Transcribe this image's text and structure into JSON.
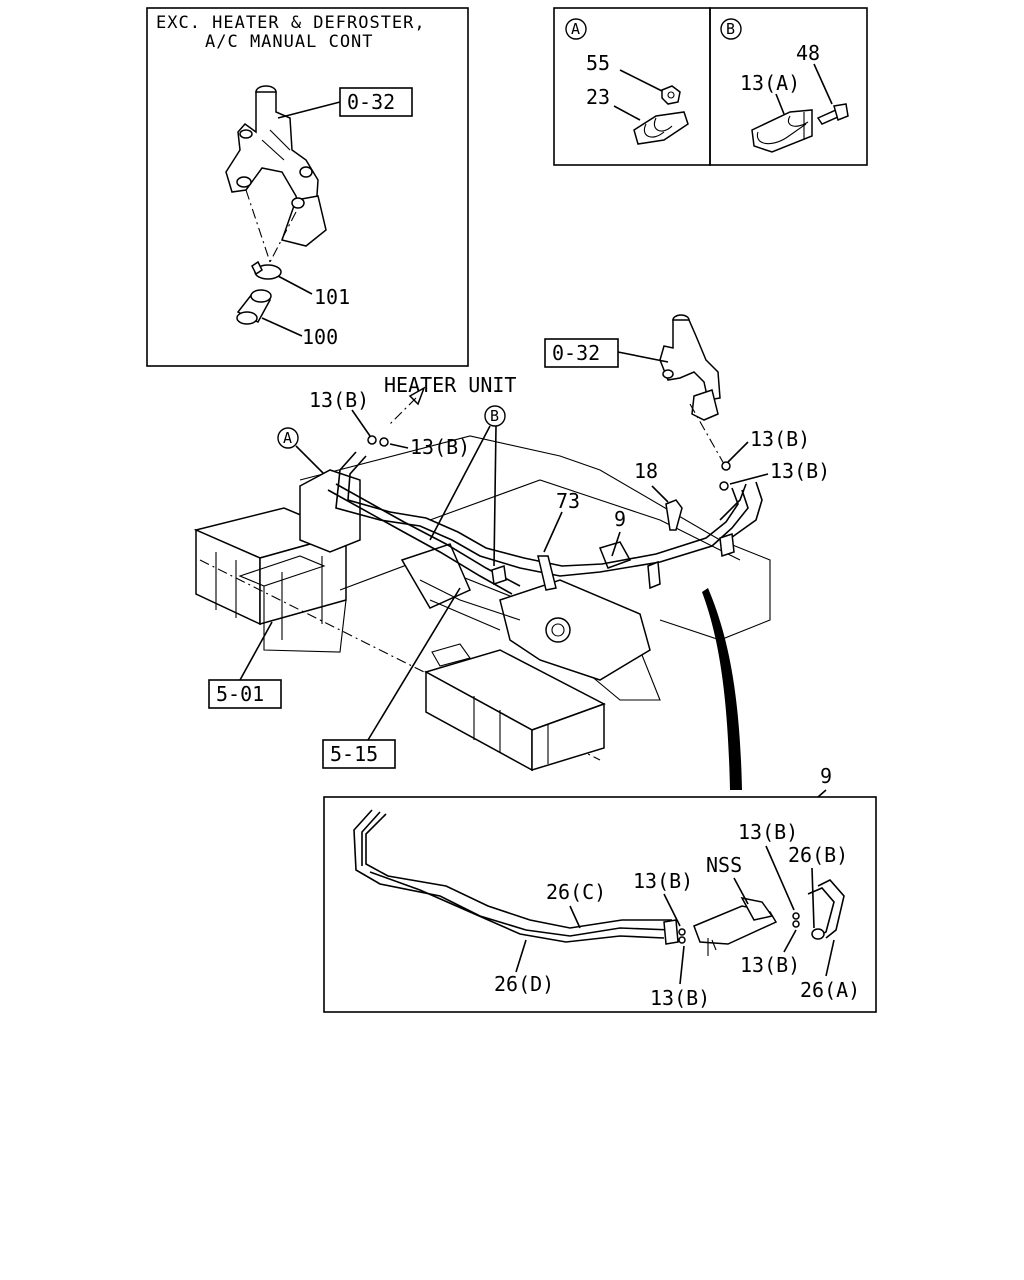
{
  "inset_top_left": {
    "header_line1": "EXC. HEATER & DEFROSTER,",
    "header_line2": "A/C MANUAL CONT",
    "ref": "0-32",
    "label_clamp": "101",
    "label_hose": "100"
  },
  "inset_a": {
    "letter": "A",
    "label_nut": "55",
    "label_clip": "23"
  },
  "inset_b": {
    "letter": "B",
    "label_bolt": "48",
    "label_clip": "13(A)"
  },
  "main": {
    "ref_top": "0-32",
    "heater_unit": "HEATER UNIT",
    "label_13b_1": "13(B)",
    "label_13b_2": "13(B)",
    "label_13b_3": "13(B)",
    "label_13b_4": "13(B)",
    "callout_a": "A",
    "callout_b": "B",
    "label_18": "18",
    "label_73": "73",
    "label_9": "9",
    "ref_frame": "5-01",
    "ref_crossmember": "5-15"
  },
  "detail_bottom": {
    "label_9": "9",
    "label_26c": "26(C)",
    "label_26d": "26(D)",
    "label_26b": "26(B)",
    "label_26a": "26(A)",
    "label_nss": "NSS",
    "label_13b_a": "13(B)",
    "label_13b_b": "13(B)",
    "label_13b_c": "13(B)",
    "label_13b_d": "13(B)"
  }
}
